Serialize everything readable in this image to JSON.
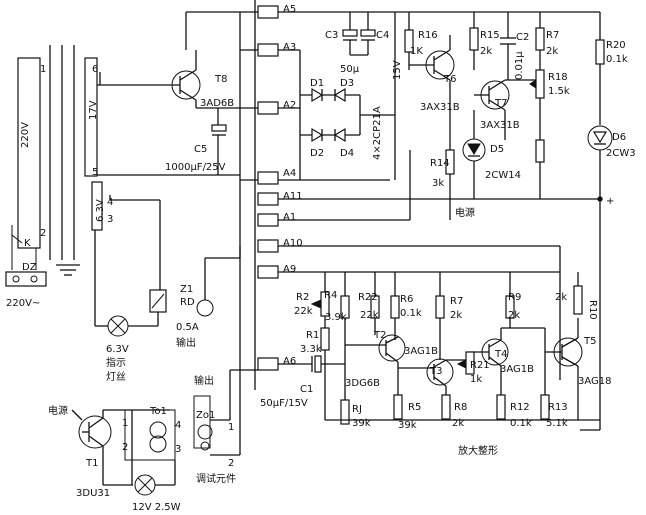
{
  "mains": {
    "voltage_v": "220V",
    "supply": "220V~",
    "dz": "DZ",
    "k": "K",
    "p1": "1",
    "p2": "2"
  },
  "transformer": {
    "w1": "6",
    "w2": "5",
    "w3": "4",
    "w4": "3",
    "v17": "17V",
    "v63": "6.3V"
  },
  "pins": [
    "A5",
    "A3",
    "A2",
    "A4",
    "A11",
    "A1",
    "A10",
    "A9",
    "A6"
  ],
  "T8": {
    "ref": "T8",
    "part": "3AD6B"
  },
  "C5": {
    "ref": "C5",
    "val": "1000μF/25V"
  },
  "C3": {
    "ref": "C3"
  },
  "C4": {
    "ref": "C4"
  },
  "C34_val": "50μ",
  "bridge": {
    "d1": "D1",
    "d2": "D2",
    "d3": "D3",
    "d4": "D4",
    "part": "4×2CP21A"
  },
  "R16": {
    "ref": "R16",
    "val": "1K"
  },
  "v15": "15V",
  "T6": {
    "ref": "T6",
    "part": "3AX31B"
  },
  "R15": {
    "ref": "R15",
    "val": "2k"
  },
  "C2": {
    "ref": "C2",
    "val": "0.01μ"
  },
  "T7": {
    "ref": "T7",
    "part": "3AX31B"
  },
  "R7a": {
    "ref": "R7",
    "val": "2k"
  },
  "R18": {
    "ref": "R18",
    "val": "1.5k"
  },
  "R20": {
    "ref": "R20",
    "val": "0.1k"
  },
  "D6": {
    "ref": "D6",
    "part": "2CW3"
  },
  "R14": {
    "ref": "R14",
    "val": "3k"
  },
  "D5": {
    "ref": "D5",
    "part": "2CW14"
  },
  "supply_cap": "电源",
  "Z1": {
    "ref": "Z1",
    "rd": "RD",
    "rating": "0.5A",
    "out": "输出"
  },
  "lamp": {
    "l1": "指示",
    "l2": "灯丝"
  },
  "R2": {
    "ref": "R2",
    "val": "22k"
  },
  "R4": {
    "ref": "R4",
    "val": "3.9k"
  },
  "R22": {
    "ref": "R22",
    "val": "22k"
  },
  "R6": {
    "ref": "R6",
    "val": "0.1k"
  },
  "R7b": {
    "ref": "R7",
    "val": "2k"
  },
  "R9": {
    "ref": "R9",
    "val": "2k"
  },
  "R10": {
    "ref": "R10",
    "val": "2k"
  },
  "R1": {
    "ref": "R1",
    "val": "3.3k"
  },
  "T2": {
    "ref": "T2",
    "part": "3AG1B"
  },
  "T3": {
    "ref": "T3"
  },
  "T4": {
    "ref": "T4",
    "part": "3AG1B"
  },
  "T5": {
    "ref": "T5",
    "part": "3AG18"
  },
  "R21": {
    "ref": "R21",
    "val": "1k"
  },
  "C1": {
    "ref": "C1",
    "val": "50μF/15V",
    "part": "3DG6B"
  },
  "RJ": {
    "ref": "RJ",
    "val": "39k"
  },
  "R5": {
    "ref": "R5",
    "val": "39k"
  },
  "R8": {
    "ref": "R8",
    "val": "2k"
  },
  "R12": {
    "ref": "R12",
    "val": "0.1k"
  },
  "R13": {
    "ref": "R13",
    "val": "5.1k"
  },
  "amp_cap": "放大整形",
  "test": {
    "source": "电源",
    "T1": "T1",
    "T1part": "3DU31",
    "To1": "To1",
    "lamp": "12V 2.5W",
    "Zo1": "Zo1",
    "out": "输出",
    "cap": "调试元件",
    "n1": "1",
    "n2": "2",
    "n3": "3",
    "n4": "4",
    "b1": "1",
    "b2": "2"
  }
}
